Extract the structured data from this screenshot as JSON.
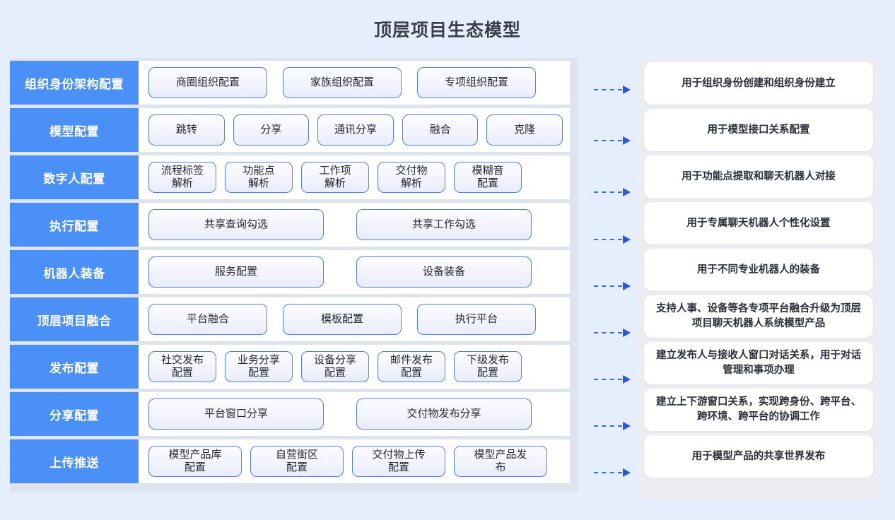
{
  "title": "顶层项目生态模型",
  "colors": {
    "page_bg": "#e4eefc",
    "left_panel_bg": "#dde4ee",
    "right_panel_bg": "#ecedf0",
    "label_blue": "#4a90f7",
    "pill_border": "#4f7ff0",
    "arrow": "#2b54df",
    "title_text": "#3a3f4a"
  },
  "rows": [
    {
      "label": "组织身份架构配置",
      "items": [
        "商圈组织配置",
        "家族组织配置",
        "专项组织配置"
      ],
      "description": "用于组织身份创建和组织身份建立"
    },
    {
      "label": "模型配置",
      "items": [
        "跳转",
        "分享",
        "通讯分享",
        "融合",
        "克隆"
      ],
      "description": "用于模型接口关系配置"
    },
    {
      "label": "数字人配置",
      "items": [
        "流程标签\n解析",
        "功能点\n解析",
        "工作项\n解析",
        "交付物\n解析",
        "模糊音\n配置"
      ],
      "description": "用于功能点提取和聊天机器人对接"
    },
    {
      "label": "执行配置",
      "items": [
        "共享查询勾选",
        "共享工作勾选"
      ],
      "description": "用于专属聊天机器人个性化设置"
    },
    {
      "label": "机器人装备",
      "items": [
        "服务配置",
        "设备装备"
      ],
      "description": "用于不同专业机器人的装备"
    },
    {
      "label": "顶层项目融合",
      "items": [
        "平台融合",
        "模板配置",
        "执行平台"
      ],
      "description": "支持人事、设备等各专项平台融合升级为顶层项目聊天机器人系统模型产品"
    },
    {
      "label": "发布配置",
      "items": [
        "社交发布\n配置",
        "业务分享\n配置",
        "设备分享\n配置",
        "邮件发布\n配置",
        "下级发布\n配置"
      ],
      "description": "建立发布人与接收人窗口对话关系，用于对话管理和事项办理"
    },
    {
      "label": "分享配置",
      "items": [
        "平台窗口分享",
        "交付物发布分享"
      ],
      "description": "建立上下游窗口关系，实现跨身份、跨平台、跨环境、跨平台的协调工作"
    },
    {
      "label": "上传推送",
      "items": [
        "模型产品库\n配置",
        "自营街区\n配置",
        "交付物上传\n配置",
        "模型产品发\n布"
      ],
      "description": "用于模型产品的共享世界发布"
    }
  ],
  "arrow_icon": "dashed-arrow-right-icon"
}
